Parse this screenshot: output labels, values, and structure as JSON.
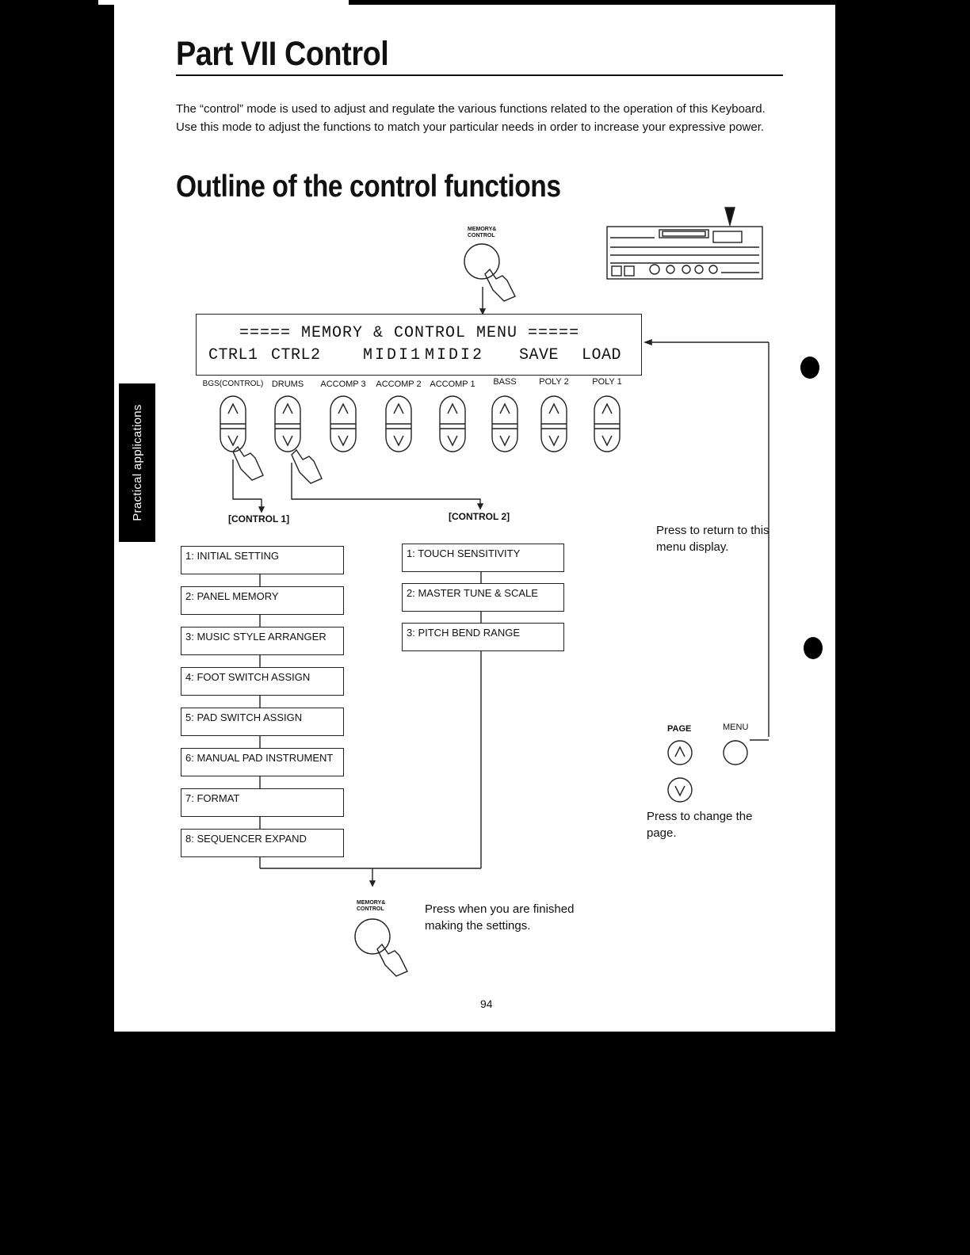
{
  "header": {
    "part_title": "Part VII   Control",
    "intro": "The “control” mode is used to adjust and regulate the various functions related to the operation of this Keyboard. Use this mode to adjust the functions to match your particular needs in order to increase your expressive power.",
    "section_title": "Outline of the control functions"
  },
  "side_tab": {
    "label": "Practical applications"
  },
  "top_button": {
    "label_line1": "MEMORY&",
    "label_line2": "CONTROL"
  },
  "lcd": {
    "row1": "===== MEMORY & CONTROL MENU =====",
    "row2": [
      "CTRL1",
      "CTRL2",
      "MIDI1",
      "MIDI2",
      "SAVE",
      "LOAD"
    ]
  },
  "buttons": [
    "BGS(CONTROL)",
    "DRUMS",
    "ACCOMP 3",
    "ACCOMP 2",
    "ACCOMP 1",
    "BASS",
    "POLY 2",
    "POLY 1"
  ],
  "control1": {
    "title": "[CONTROL 1]",
    "items": [
      "1: INITIAL SETTING",
      "2: PANEL MEMORY",
      "3: MUSIC STYLE ARRANGER",
      "4: FOOT SWITCH ASSIGN",
      "5: PAD SWITCH ASSIGN",
      "6: MANUAL PAD INSTRUMENT",
      "7: FORMAT",
      "8: SEQUENCER EXPAND"
    ]
  },
  "control2": {
    "title": "[CONTROL 2]",
    "items": [
      "1: TOUCH SENSITIVITY",
      "2: MASTER TUNE & SCALE",
      "3: PITCH BEND RANGE"
    ]
  },
  "notes": {
    "return": "Press to return to this menu display.",
    "page": "PAGE",
    "menu": "MENU",
    "change_page": "Press to change the page.",
    "finished": "Press when you are finished making the settings."
  },
  "page_number": "94"
}
